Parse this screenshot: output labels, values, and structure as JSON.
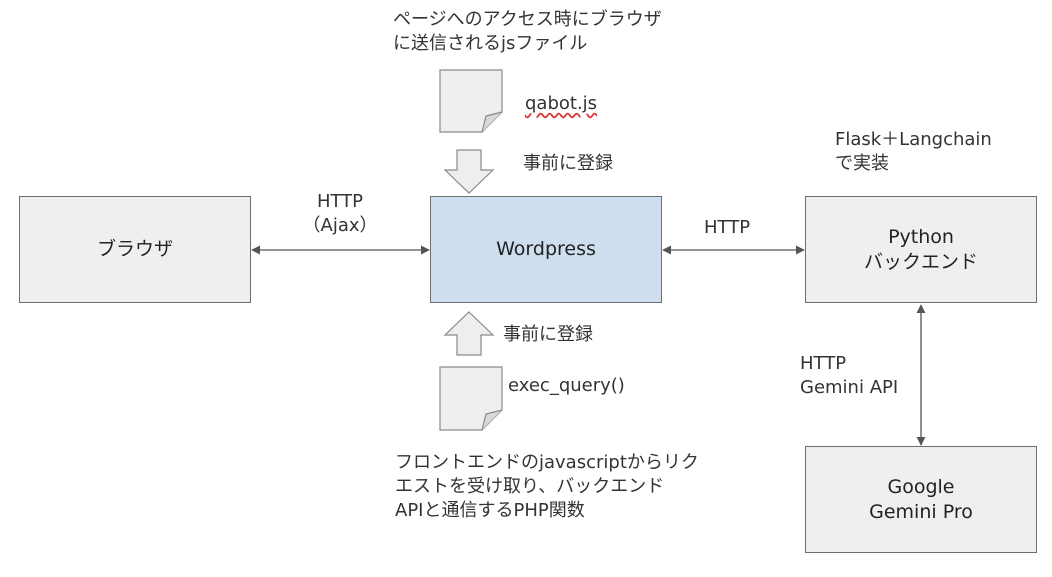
{
  "top_note": {
    "line1": "ページへのアクセス時にブラウザ",
    "line2": "に送信されるjsファイル"
  },
  "qabot_file": "qabot.js",
  "register_top": "事前に登録",
  "register_bottom": "事前に登録",
  "exec_query_file": "exec_query()",
  "bottom_note": {
    "line1": "フロントエンドのjavascriptからリク",
    "line2": "エストを受け取り、バックエンド",
    "line3": "APIと通信するPHP関数"
  },
  "browser_box": {
    "label": "ブラウザ"
  },
  "wordpress_box": {
    "label": "Wordpress"
  },
  "python_box": {
    "line1": "Python",
    "line2": "バックエンド"
  },
  "gemini_box": {
    "line1": "Google",
    "line2": "Gemini Pro"
  },
  "flask_note": {
    "line1": "Flask＋Langchain",
    "line2": "で実装"
  },
  "edge_browser_wp": {
    "line1": "HTTP",
    "line2": "（Ajax）"
  },
  "edge_wp_python": "HTTP",
  "edge_python_gemini": {
    "line1": "HTTP",
    "line2": "Gemini API"
  },
  "colors": {
    "box_gray": "#efefef",
    "box_blue": "#cfdeee",
    "border": "#6f6f6f",
    "arrow": "#555555"
  }
}
